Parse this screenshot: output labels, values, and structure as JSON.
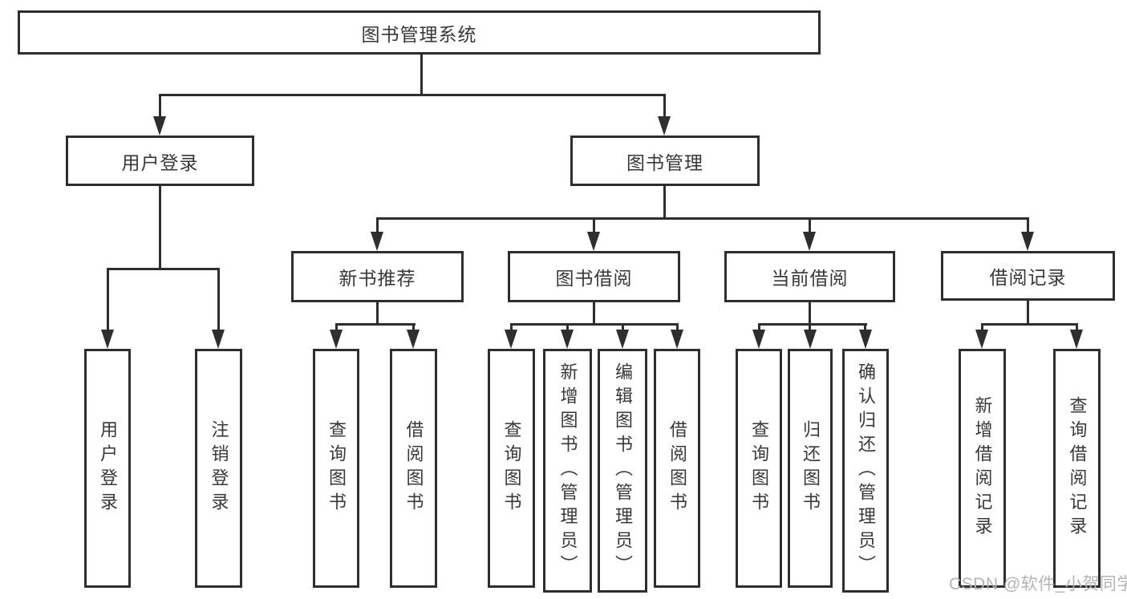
{
  "nodes": {
    "root": "图书管理系统",
    "level2": [
      "用户登录",
      "图书管理"
    ],
    "level3": [
      "新书推荐",
      "图书借阅",
      "当前借阅",
      "借阅记录"
    ],
    "leaves": [
      "用户登录",
      "注销登录",
      "查询图书",
      "借阅图书",
      "查询图书",
      "新增图书（管理员）",
      "编辑图书（管理员）",
      "借阅图书",
      "查询图书",
      "归还图书",
      "确认归还（管理员）",
      "新增借阅记录",
      "查询借阅记录"
    ]
  },
  "watermark": "CSDN @软件_小贺同学",
  "colors": {
    "line": "#2e2e2e",
    "box_border": "#2e2e2e",
    "text": "#383838",
    "watermark": "#b4b4b4",
    "background": "#ffffff"
  }
}
